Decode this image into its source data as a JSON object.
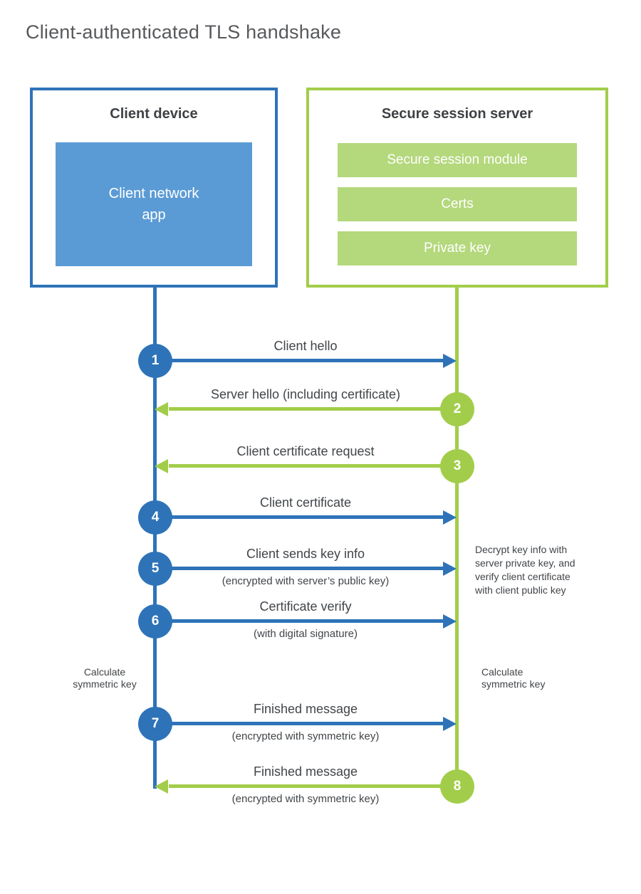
{
  "title": "Client-authenticated TLS handshake",
  "client": {
    "title": "Client device",
    "app_lines": [
      "Client network",
      "app"
    ]
  },
  "server": {
    "title": "Secure session server",
    "modules": [
      "Secure session module",
      "Certs",
      "Private key"
    ]
  },
  "messages": [
    {
      "num": "1",
      "label": "Client hello",
      "sub": "",
      "direction": "client-to-server"
    },
    {
      "num": "2",
      "label": "Server hello (including certificate)",
      "sub": "",
      "direction": "server-to-client"
    },
    {
      "num": "3",
      "label": "Client certificate request",
      "sub": "",
      "direction": "server-to-client"
    },
    {
      "num": "4",
      "label": "Client certificate",
      "sub": "",
      "direction": "client-to-server"
    },
    {
      "num": "5",
      "label": "Client sends key info",
      "sub": "(encrypted with server’s public key)",
      "direction": "client-to-server"
    },
    {
      "num": "6",
      "label": "Certificate verify",
      "sub": "(with digital signature)",
      "direction": "client-to-server"
    },
    {
      "num": "7",
      "label": "Finished message",
      "sub": "(encrypted with symmetric key)",
      "direction": "client-to-server"
    },
    {
      "num": "8",
      "label": "Finished message",
      "sub": "(encrypted with symmetric key)",
      "direction": "server-to-client"
    }
  ],
  "notes": {
    "decrypt_lines": [
      "Decrypt key info with",
      "server private key, and",
      "verify client certificate",
      "with client public key"
    ],
    "calc_left_lines": [
      "Calculate",
      "symmetric key"
    ],
    "calc_right_lines": [
      "Calculate",
      "symmetric key"
    ]
  },
  "colors": {
    "blue_accent": "#2e73b8",
    "blue_fill": "#5b9bd5",
    "green_accent": "#a2cd4a",
    "green_fill": "#b4d87c",
    "text": "#414549",
    "title_text": "#57595c"
  }
}
